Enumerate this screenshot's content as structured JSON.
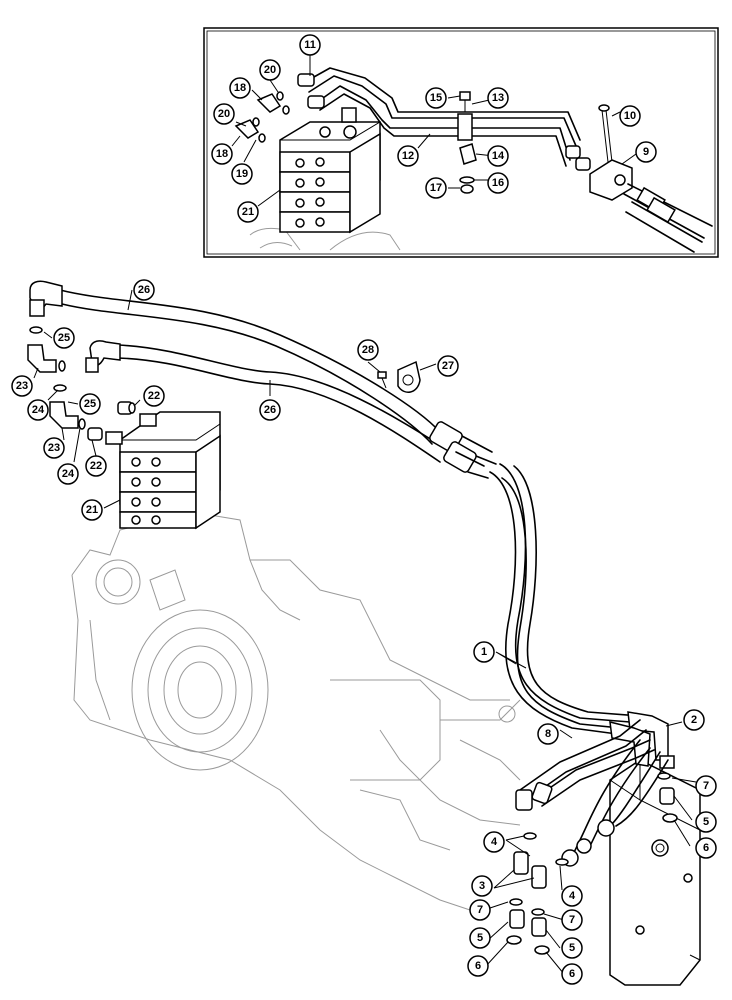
{
  "callouts": [
    {
      "id": "c11-top",
      "label": "11"
    },
    {
      "id": "c20-top-a",
      "label": "20"
    },
    {
      "id": "c18-top-a",
      "label": "18"
    },
    {
      "id": "c20-top-b",
      "label": "20"
    },
    {
      "id": "c18-top-b",
      "label": "18"
    },
    {
      "id": "c19-top",
      "label": "19"
    },
    {
      "id": "c21-top",
      "label": "21"
    },
    {
      "id": "c12-top",
      "label": "12"
    },
    {
      "id": "c15-top",
      "label": "15"
    },
    {
      "id": "c13-top",
      "label": "13"
    },
    {
      "id": "c14-top",
      "label": "14"
    },
    {
      "id": "c17-top",
      "label": "17"
    },
    {
      "id": "c16-top",
      "label": "16"
    },
    {
      "id": "c10-top",
      "label": "10"
    },
    {
      "id": "c9-top",
      "label": "9"
    },
    {
      "id": "c26-a",
      "label": "26"
    },
    {
      "id": "c25-a",
      "label": "25"
    },
    {
      "id": "c23-a",
      "label": "23"
    },
    {
      "id": "c24-a",
      "label": "24"
    },
    {
      "id": "c25-b",
      "label": "25"
    },
    {
      "id": "c22-a",
      "label": "22"
    },
    {
      "id": "c23-b",
      "label": "23"
    },
    {
      "id": "c24-b",
      "label": "24"
    },
    {
      "id": "c22-b",
      "label": "22"
    },
    {
      "id": "c21-main",
      "label": "21"
    },
    {
      "id": "c26-b",
      "label": "26"
    },
    {
      "id": "c28",
      "label": "28"
    },
    {
      "id": "c27",
      "label": "27"
    },
    {
      "id": "c1",
      "label": "1"
    },
    {
      "id": "c2",
      "label": "2"
    },
    {
      "id": "c8",
      "label": "8"
    },
    {
      "id": "c7-a",
      "label": "7"
    },
    {
      "id": "c5-a",
      "label": "5"
    },
    {
      "id": "c6-a",
      "label": "6"
    },
    {
      "id": "c4-a",
      "label": "4"
    },
    {
      "id": "c4-b",
      "label": "4"
    },
    {
      "id": "c3",
      "label": "3"
    },
    {
      "id": "c7-b",
      "label": "7"
    },
    {
      "id": "c7-c",
      "label": "7"
    },
    {
      "id": "c5-b",
      "label": "5"
    },
    {
      "id": "c5-c",
      "label": "5"
    },
    {
      "id": "c6-b",
      "label": "6"
    },
    {
      "id": "c6-c",
      "label": "6"
    }
  ]
}
